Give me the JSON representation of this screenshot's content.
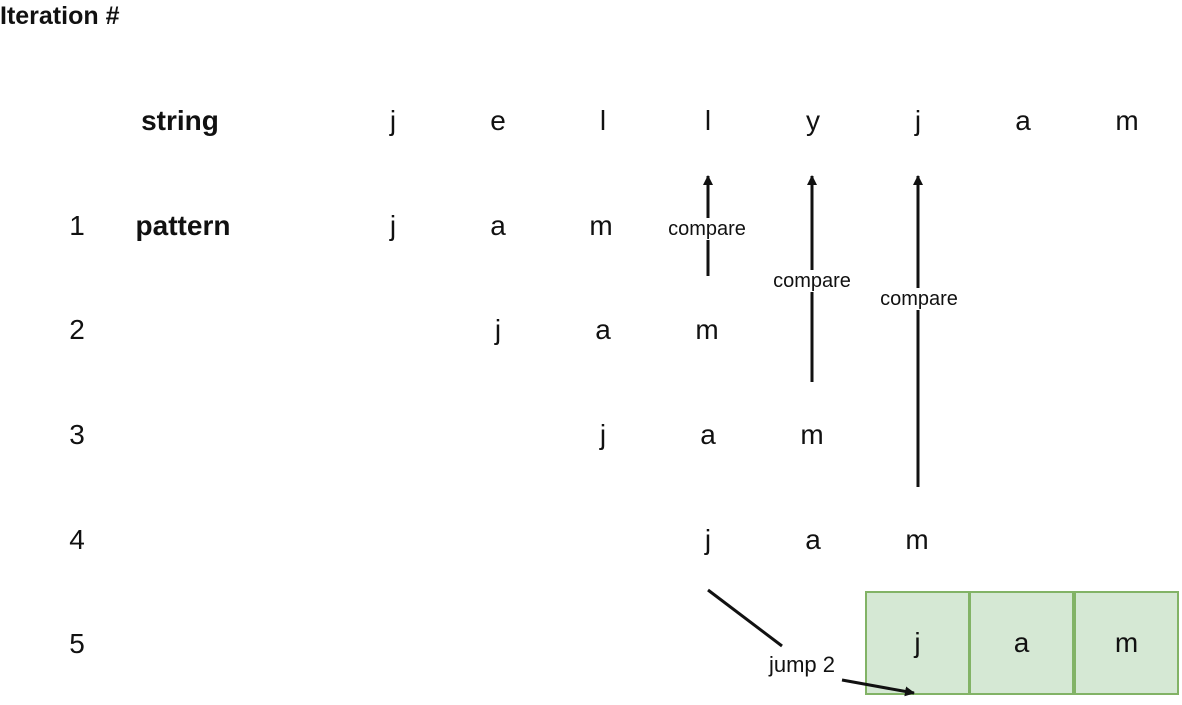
{
  "title": "Iteration #",
  "string_label": "string",
  "pattern_label": "pattern",
  "string_chars": [
    "j",
    "e",
    "l",
    "l",
    "y",
    "j",
    "a",
    "m"
  ],
  "iterations": [
    {
      "number": "1",
      "chars": [
        "j",
        "a",
        "m"
      ]
    },
    {
      "number": "2",
      "chars": [
        "j",
        "a",
        "m"
      ]
    },
    {
      "number": "3",
      "chars": [
        "j",
        "a",
        "m"
      ]
    },
    {
      "number": "4",
      "chars": [
        "j",
        "a",
        "m"
      ]
    },
    {
      "number": "5",
      "chars": [
        "j",
        "a",
        "m"
      ]
    }
  ],
  "compare_label": "compare",
  "jump_label": "jump 2",
  "colors": {
    "highlight_fill": "#d5e8d4",
    "highlight_border": "#82b366",
    "text": "#111111"
  }
}
